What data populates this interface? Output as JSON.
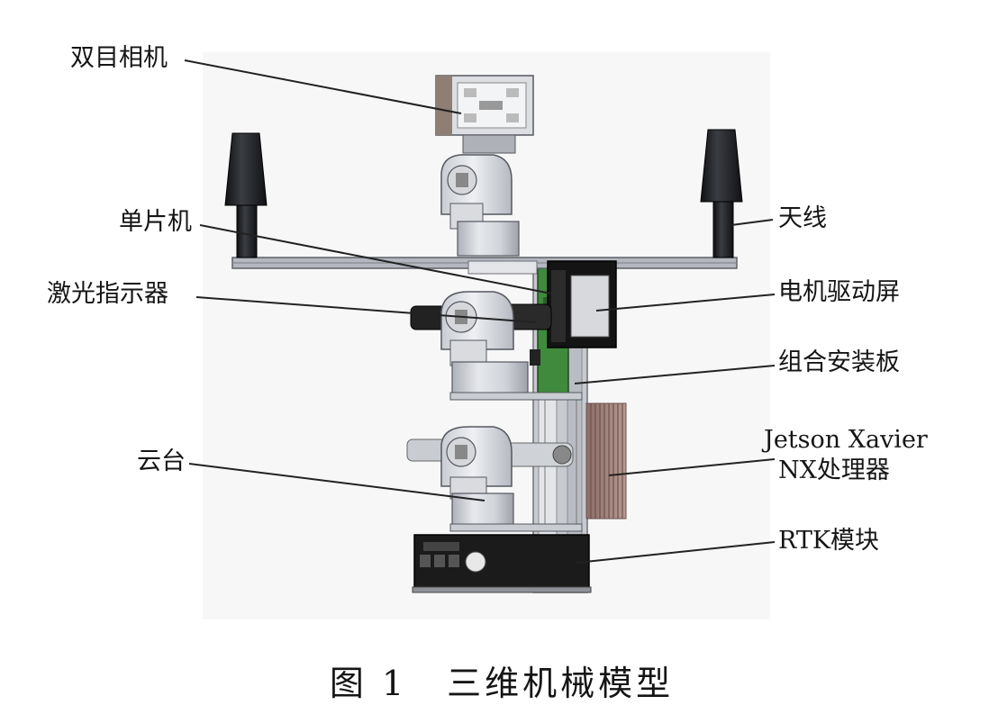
{
  "figure": {
    "caption_prefix": "图 1",
    "caption_title": "三维机械模型"
  },
  "labels": {
    "stereo_camera": "双目相机",
    "mcu": "单片机",
    "laser_pointer": "激光指示器",
    "gimbal": "云台",
    "antenna": "天线",
    "motor_driver_screen": "电机驱动屏",
    "mounting_board": "组合安装板",
    "jetson_line1": "Jetson Xavier",
    "jetson_line2": "NX处理器",
    "rtk_module": "RTK模块"
  },
  "colors": {
    "metal_light": "#e4e6ea",
    "metal_mid": "#c4c7cd",
    "metal_dark": "#8d9098",
    "antenna_black": "#1f2124",
    "pcb_green": "#3f8a3c",
    "screen_black": "#141414",
    "heatsink": "#a0827a",
    "rtk_black": "#1b1b1b",
    "background_panel": "#f6f6f6"
  }
}
